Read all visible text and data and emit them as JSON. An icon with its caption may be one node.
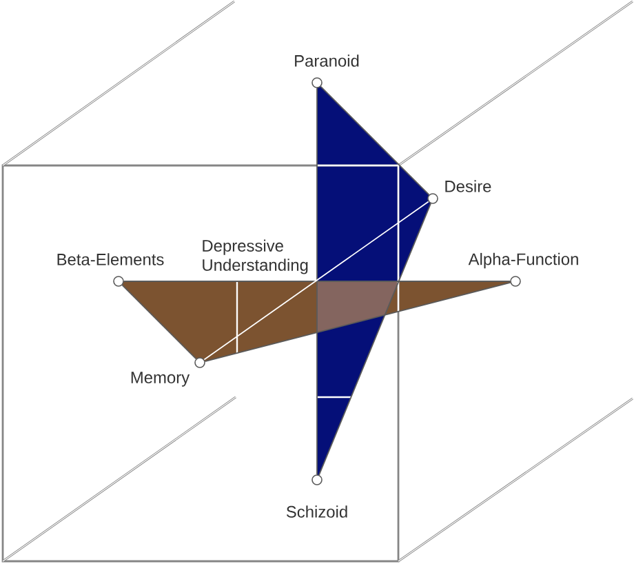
{
  "diagram": {
    "nodes": [
      {
        "text": [],
        "shape": "circle",
        "beside": [
          "Paranoid"
        ]
      },
      {
        "text": [],
        "shape": "circle",
        "beside": [
          "Desire"
        ]
      },
      {
        "text": [],
        "shape": "circle",
        "beside": [
          "Beta-Elements"
        ]
      },
      {
        "text": [],
        "shape": "circle",
        "beside": [
          "Alpha-Function"
        ]
      },
      {
        "text": [],
        "shape": "circle",
        "beside": [
          "Memory"
        ]
      },
      {
        "text": [],
        "shape": "circle",
        "beside": [
          "Schizoid"
        ]
      }
    ],
    "edges": [
      {
        "from": 0,
        "to": 1,
        "arrow": "none"
      },
      {
        "from": 1,
        "to": 5,
        "arrow": "none"
      },
      {
        "from": 0,
        "to": 5,
        "arrow": "none"
      },
      {
        "from": 2,
        "to": 3,
        "arrow": "none"
      },
      {
        "from": 3,
        "to": 4,
        "arrow": "none"
      },
      {
        "from": 4,
        "to": 2,
        "arrow": "none"
      },
      {
        "from": 4,
        "to": 1,
        "arrow": "none",
        "color": "#ffffff"
      }
    ],
    "labels": [
      "Depressive Understanding"
    ]
  }
}
